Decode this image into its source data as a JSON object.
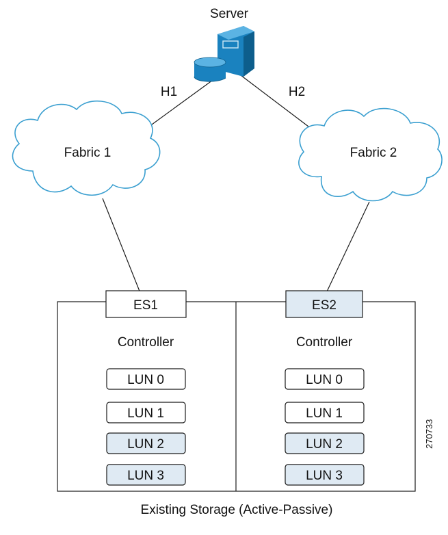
{
  "server": {
    "label": "Server",
    "icon": "server-icon"
  },
  "links": {
    "h1": "H1",
    "h2": "H2"
  },
  "fabrics": [
    {
      "label": "Fabric 1"
    },
    {
      "label": "Fabric 2"
    }
  ],
  "storage": {
    "caption": "Existing Storage (Active-Passive)",
    "ports": [
      {
        "label": "ES1",
        "active": false
      },
      {
        "label": "ES2",
        "active": true
      }
    ],
    "controllers": [
      {
        "label": "Controller",
        "luns": [
          {
            "label": "LUN 0",
            "active": false
          },
          {
            "label": "LUN 1",
            "active": false
          },
          {
            "label": "LUN 2",
            "active": true
          },
          {
            "label": "LUN 3",
            "active": true
          }
        ]
      },
      {
        "label": "Controller",
        "luns": [
          {
            "label": "LUN 0",
            "active": false
          },
          {
            "label": "LUN 1",
            "active": false
          },
          {
            "label": "LUN 2",
            "active": true
          },
          {
            "label": "LUN 3",
            "active": true
          }
        ]
      }
    ]
  },
  "figure_id": "270733",
  "colors": {
    "line": "#1a1a1a",
    "cloud_stroke": "#3a9fd0",
    "active_fill": "#dfeaf3",
    "server_blue": "#1a82bf",
    "server_dark": "#0d5e8c"
  }
}
